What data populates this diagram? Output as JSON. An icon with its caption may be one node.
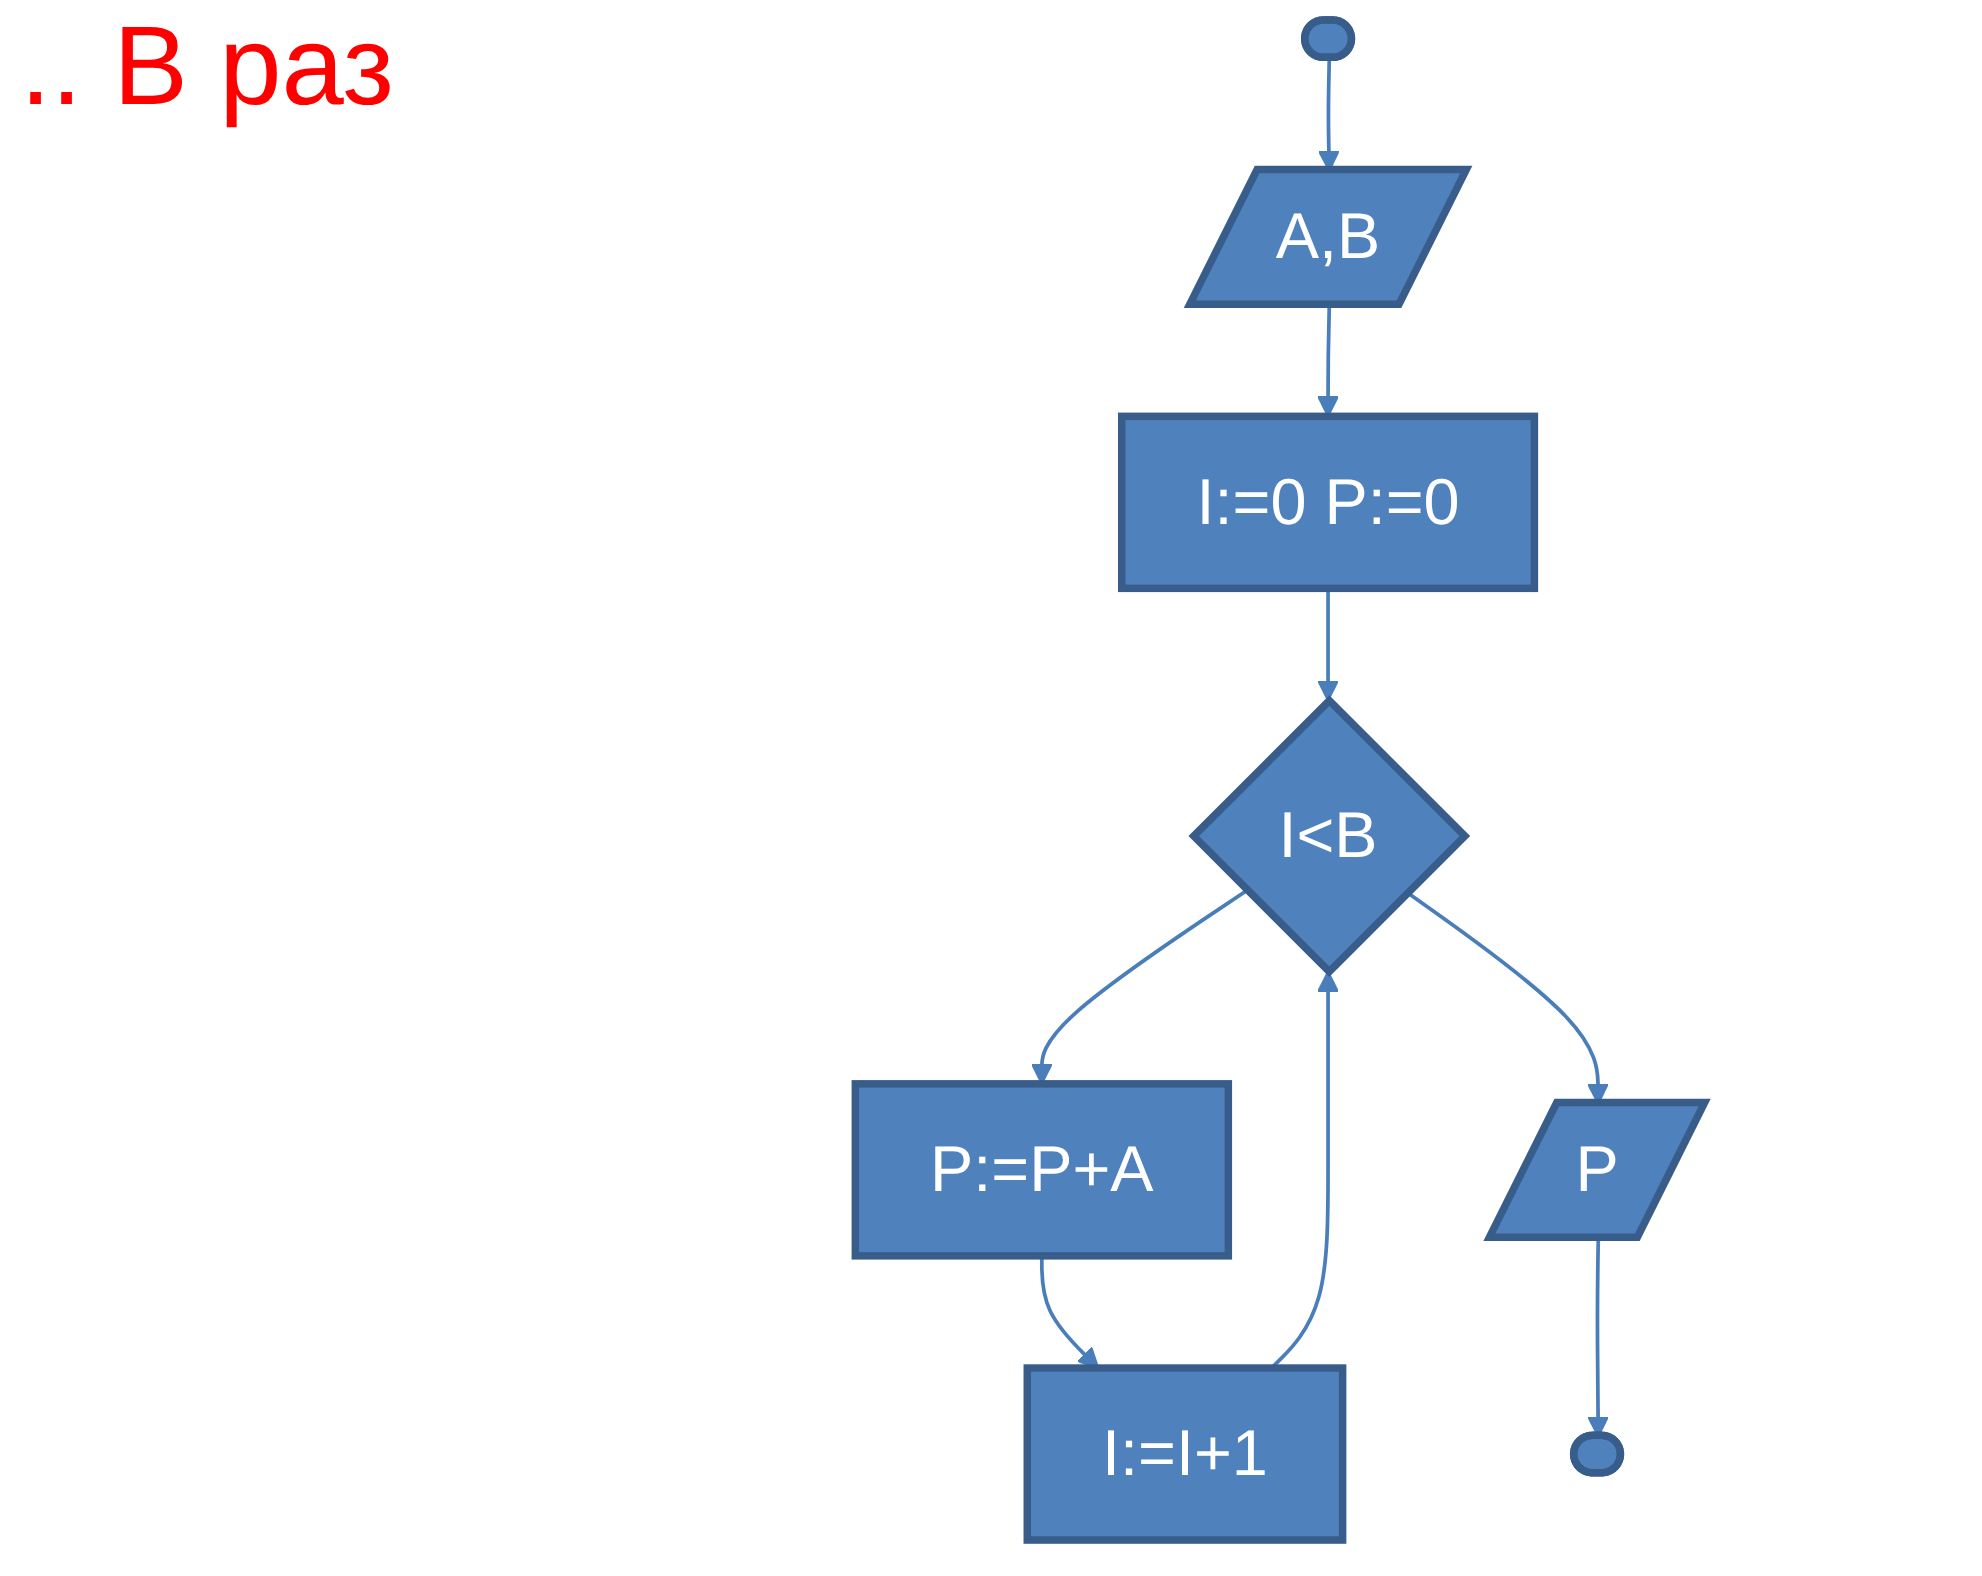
{
  "diagram": {
    "nodes": [
      {
        "text": [],
        "shape": "ellipse"
      },
      {
        "text": [
          "A,B"
        ]
      },
      {
        "text": [
          "I:=0 P:=0"
        ]
      },
      {
        "text": [
          "I<B"
        ]
      },
      {
        "text": [
          "P:=P+A"
        ]
      },
      {
        "text": [
          "I:=I+1"
        ]
      },
      {
        "text": [
          "P"
        ]
      },
      {
        "text": [],
        "shape": "ellipse"
      }
    ],
    "edges": [
      {
        "from": 0,
        "to": 1,
        "arrow": "to"
      },
      {
        "from": 1,
        "to": 2,
        "arrow": "to"
      },
      {
        "from": 2,
        "to": 3,
        "arrow": "to"
      },
      {
        "from": 3,
        "to": 4,
        "arrow": "to"
      },
      {
        "from": 3,
        "to": 6,
        "arrow": "to"
      },
      {
        "from": 4,
        "to": 5,
        "arrow": "to"
      },
      {
        "from": 5,
        "to": 3,
        "arrow": "to"
      },
      {
        "from": 6,
        "to": 7,
        "arrow": "to"
      }
    ],
    "labels": [
      ".. В раз"
    ]
  }
}
